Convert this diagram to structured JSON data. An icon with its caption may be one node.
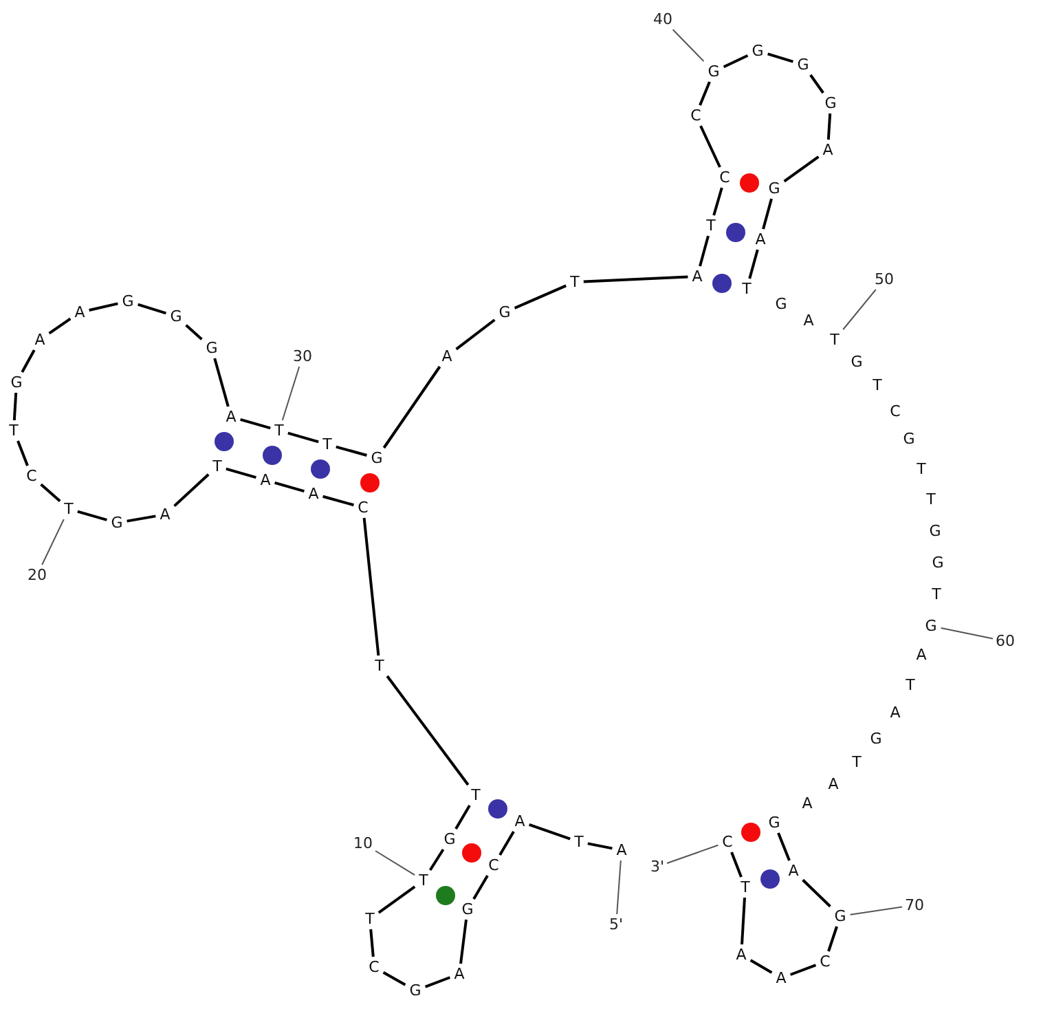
{
  "diagram": {
    "nodes": [
      {
        "text": [
          "A"
        ]
      },
      {
        "text": [
          "T"
        ]
      },
      {
        "text": [
          "A"
        ]
      },
      {
        "text": [
          "C"
        ]
      },
      {
        "text": [
          "G"
        ]
      },
      {
        "text": [
          "A"
        ]
      },
      {
        "text": [
          "G"
        ]
      },
      {
        "text": [
          "C"
        ]
      },
      {
        "text": [
          "T"
        ]
      },
      {
        "text": [
          "T"
        ]
      },
      {
        "text": [
          "G"
        ]
      },
      {
        "text": [
          "T"
        ]
      },
      {
        "text": [
          "T"
        ]
      },
      {
        "text": [
          "C"
        ]
      },
      {
        "text": [
          "A"
        ]
      },
      {
        "text": [
          "A"
        ]
      },
      {
        "text": [
          "T"
        ]
      },
      {
        "text": [
          "A"
        ]
      },
      {
        "text": [
          "G"
        ]
      },
      {
        "text": [
          "T"
        ]
      },
      {
        "text": [
          "C"
        ]
      },
      {
        "text": [
          "T"
        ]
      },
      {
        "text": [
          "G"
        ]
      },
      {
        "text": [
          "A"
        ]
      },
      {
        "text": [
          "A"
        ]
      },
      {
        "text": [
          "G"
        ]
      },
      {
        "text": [
          "G"
        ]
      },
      {
        "text": [
          "G"
        ]
      },
      {
        "text": [
          "A"
        ]
      },
      {
        "text": [
          "T"
        ]
      },
      {
        "text": [
          "T"
        ]
      },
      {
        "text": [
          "G"
        ]
      },
      {
        "text": [
          "A"
        ]
      },
      {
        "text": [
          "G"
        ]
      },
      {
        "text": [
          "T"
        ]
      },
      {
        "text": [
          "A"
        ]
      },
      {
        "text": [
          "T"
        ]
      },
      {
        "text": [
          "C"
        ]
      },
      {
        "text": [
          "C"
        ]
      },
      {
        "text": [
          "G"
        ]
      },
      {
        "text": [
          "G"
        ]
      },
      {
        "text": [
          "G"
        ]
      },
      {
        "text": [
          "G"
        ]
      },
      {
        "text": [
          "A"
        ]
      },
      {
        "text": [
          "G"
        ]
      },
      {
        "text": [
          "A"
        ]
      },
      {
        "text": [
          "T"
        ]
      },
      {
        "text": [
          "G"
        ]
      },
      {
        "text": [
          "A"
        ]
      },
      {
        "text": [
          "T"
        ]
      },
      {
        "text": [
          "G"
        ]
      },
      {
        "text": [
          "T"
        ]
      },
      {
        "text": [
          "C"
        ]
      },
      {
        "text": [
          "G"
        ]
      },
      {
        "text": [
          "T"
        ]
      },
      {
        "text": [
          "T"
        ]
      },
      {
        "text": [
          "G"
        ]
      },
      {
        "text": [
          "G"
        ]
      },
      {
        "text": [
          "T"
        ]
      },
      {
        "text": [
          "G"
        ]
      },
      {
        "text": [
          "A"
        ]
      },
      {
        "text": [
          "T"
        ]
      },
      {
        "text": [
          "A"
        ]
      },
      {
        "text": [
          "G"
        ]
      },
      {
        "text": [
          "T"
        ]
      },
      {
        "text": [
          "A"
        ]
      },
      {
        "text": [
          "A"
        ]
      },
      {
        "text": [
          "G"
        ]
      },
      {
        "text": [
          "A"
        ]
      },
      {
        "text": [
          "G"
        ]
      },
      {
        "text": [
          "C"
        ]
      },
      {
        "text": [
          "A"
        ]
      },
      {
        "text": [
          "A"
        ]
      },
      {
        "text": [
          "T"
        ]
      },
      {
        "text": [
          "C"
        ]
      },
      {
        "text": [
          "10"
        ]
      },
      {
        "text": [
          "20"
        ]
      },
      {
        "text": [
          "30"
        ]
      },
      {
        "text": [
          "40"
        ]
      },
      {
        "text": [
          "50"
        ]
      },
      {
        "text": [
          "60"
        ]
      },
      {
        "text": [
          "70"
        ]
      },
      {
        "text": [
          "3'"
        ]
      },
      {
        "text": [
          "5'"
        ]
      }
    ],
    "edges": [
      {
        "from": 0,
        "to": 1,
        "arrow": "none"
      },
      {
        "from": 1,
        "to": 2,
        "arrow": "none"
      },
      {
        "from": 2,
        "to": 3,
        "arrow": "none"
      },
      {
        "from": 3,
        "to": 4,
        "arrow": "none"
      },
      {
        "from": 4,
        "to": 5,
        "arrow": "none"
      },
      {
        "from": 5,
        "to": 6,
        "arrow": "none"
      },
      {
        "from": 6,
        "to": 7,
        "arrow": "none"
      },
      {
        "from": 7,
        "to": 8,
        "arrow": "none"
      },
      {
        "from": 8,
        "to": 9,
        "arrow": "none"
      },
      {
        "from": 9,
        "to": 10,
        "arrow": "none"
      },
      {
        "from": 10,
        "to": 11,
        "arrow": "none"
      },
      {
        "from": 11,
        "to": 12,
        "arrow": "none"
      },
      {
        "from": 12,
        "to": 13,
        "arrow": "none"
      },
      {
        "from": 13,
        "to": 14,
        "arrow": "none"
      },
      {
        "from": 14,
        "to": 15,
        "arrow": "none"
      },
      {
        "from": 15,
        "to": 16,
        "arrow": "none"
      },
      {
        "from": 16,
        "to": 17,
        "arrow": "none"
      },
      {
        "from": 17,
        "to": 18,
        "arrow": "none"
      },
      {
        "from": 18,
        "to": 19,
        "arrow": "none"
      },
      {
        "from": 19,
        "to": 20,
        "arrow": "none"
      },
      {
        "from": 20,
        "to": 21,
        "arrow": "none"
      },
      {
        "from": 21,
        "to": 22,
        "arrow": "none"
      },
      {
        "from": 22,
        "to": 23,
        "arrow": "none"
      },
      {
        "from": 23,
        "to": 24,
        "arrow": "none"
      },
      {
        "from": 24,
        "to": 25,
        "arrow": "none"
      },
      {
        "from": 25,
        "to": 26,
        "arrow": "none"
      },
      {
        "from": 26,
        "to": 27,
        "arrow": "none"
      },
      {
        "from": 27,
        "to": 28,
        "arrow": "none"
      },
      {
        "from": 28,
        "to": 29,
        "arrow": "none"
      },
      {
        "from": 29,
        "to": 30,
        "arrow": "none"
      },
      {
        "from": 30,
        "to": 31,
        "arrow": "none"
      },
      {
        "from": 31,
        "to": 32,
        "arrow": "none"
      },
      {
        "from": 32,
        "to": 33,
        "arrow": "none"
      },
      {
        "from": 33,
        "to": 34,
        "arrow": "none"
      },
      {
        "from": 34,
        "to": 35,
        "arrow": "none"
      },
      {
        "from": 35,
        "to": 36,
        "arrow": "none"
      },
      {
        "from": 36,
        "to": 37,
        "arrow": "none"
      },
      {
        "from": 37,
        "to": 38,
        "arrow": "none"
      },
      {
        "from": 38,
        "to": 39,
        "arrow": "none"
      },
      {
        "from": 39,
        "to": 40,
        "arrow": "none"
      },
      {
        "from": 40,
        "to": 41,
        "arrow": "none"
      },
      {
        "from": 41,
        "to": 42,
        "arrow": "none"
      },
      {
        "from": 42,
        "to": 43,
        "arrow": "none"
      },
      {
        "from": 43,
        "to": 44,
        "arrow": "none"
      },
      {
        "from": 44,
        "to": 45,
        "arrow": "none"
      },
      {
        "from": 45,
        "to": 46,
        "arrow": "none"
      },
      {
        "from": 67,
        "to": 68,
        "arrow": "none"
      },
      {
        "from": 68,
        "to": 69,
        "arrow": "none"
      },
      {
        "from": 69,
        "to": 70,
        "arrow": "none"
      },
      {
        "from": 70,
        "to": 71,
        "arrow": "none"
      },
      {
        "from": 71,
        "to": 72,
        "arrow": "none"
      },
      {
        "from": 72,
        "to": 73,
        "arrow": "none"
      },
      {
        "from": 73,
        "to": 74,
        "arrow": "none"
      },
      {
        "from": 75,
        "to": 9,
        "arrow": "none",
        "color": "#555555"
      },
      {
        "from": 76,
        "to": 19,
        "arrow": "none",
        "color": "#555555"
      },
      {
        "from": 77,
        "to": 29,
        "arrow": "none",
        "color": "#555555"
      },
      {
        "from": 78,
        "to": 39,
        "arrow": "none",
        "color": "#555555"
      },
      {
        "from": 79,
        "to": 49,
        "arrow": "none",
        "color": "#555555"
      },
      {
        "from": 80,
        "to": 59,
        "arrow": "none",
        "color": "#555555"
      },
      {
        "from": 81,
        "to": 69,
        "arrow": "none",
        "color": "#555555"
      },
      {
        "from": 82,
        "to": 74,
        "arrow": "none",
        "color": "#555555"
      },
      {
        "from": 83,
        "to": 0,
        "arrow": "none",
        "color": "#555555"
      }
    ]
  }
}
